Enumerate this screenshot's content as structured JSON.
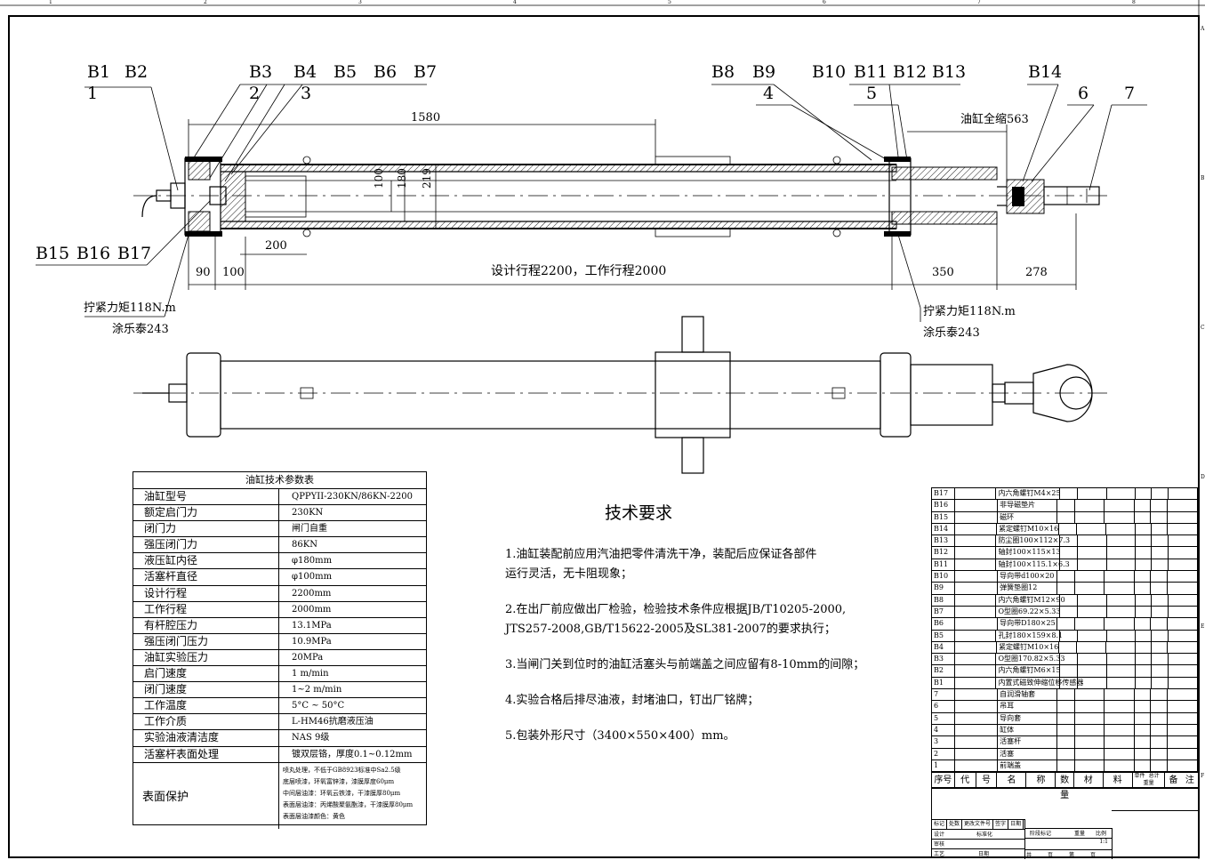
{
  "frame": {
    "zone_numbers": [
      "1",
      "2",
      "3",
      "4",
      "5",
      "6",
      "7",
      "8"
    ],
    "zone_letters": [
      "A",
      "B",
      "C",
      "D",
      "E",
      "F"
    ]
  },
  "balloons": {
    "top_left": [
      "B1",
      "B2",
      "B3",
      "B4",
      "B5",
      "B6",
      "B7"
    ],
    "top_right": [
      "B8",
      "B9",
      "B10",
      "B11",
      "B12",
      "B13",
      "B14"
    ],
    "bottom_left": [
      "B15",
      "B16",
      "B17"
    ],
    "parts": [
      "1",
      "2",
      "3",
      "4",
      "5",
      "6",
      "7"
    ]
  },
  "dimensions": {
    "len_1580": "1580",
    "retract": "油缸全缩563",
    "d100": "100",
    "d180": "180",
    "d219": "219",
    "len_200": "200",
    "len_90": "90",
    "len_100": "100",
    "stroke": "设计行程2200，工作行程2000",
    "len_350": "350",
    "len_278": "278"
  },
  "notes": {
    "torque_left": "拧紧力矩118N.m",
    "loctite_left": "涂乐泰243",
    "torque_right": "拧紧力矩118N.m",
    "loctite_right": "涂乐泰243"
  },
  "param_table": {
    "title": "油缸技术参数表",
    "rows": [
      [
        "油缸型号",
        "QPPYII-230KN/86KN-2200"
      ],
      [
        "额定启门力",
        "230KN"
      ],
      [
        "闭门力",
        "闸门自重"
      ],
      [
        "强压闭门力",
        "86KN"
      ],
      [
        "液压缸内径",
        "φ180mm"
      ],
      [
        "活塞杆直径",
        "φ100mm"
      ],
      [
        "设计行程",
        "2200mm"
      ],
      [
        "工作行程",
        "2000mm"
      ],
      [
        "有杆腔压力",
        "13.1MPa"
      ],
      [
        "强压闭门压力",
        "10.9MPa"
      ],
      [
        "油缸实验压力",
        "20MPa"
      ],
      [
        "启门速度",
        "1 m/min"
      ],
      [
        "闭门速度",
        "1~2 m/min"
      ],
      [
        "工作温度",
        "5°C ~ 50°C"
      ],
      [
        "工作介质",
        "L-HM46抗磨液压油"
      ],
      [
        "实验油液清洁度",
        "NAS 9级"
      ],
      [
        "活塞杆表面处理",
        "镀双层铬，厚度0.1~0.12mm"
      ]
    ],
    "surface_label": "表面保护",
    "surface_lines": [
      "喷丸处理，不低于GB8923标准中Sa2.5级",
      "底层喷漆，环氧富锌漆，漆膜厚度60μm",
      "中间层油漆：环氧云铁漆，干漆膜厚80μm",
      "表面层油漆：丙烯酸聚氨酯漆，干漆膜厚80μm",
      "表面层油漆颜色：黄色"
    ]
  },
  "tech_req": {
    "title": "技术要求",
    "items": [
      "1.油缸装配前应用汽油把零件清洗干净，装配后应保证各部件",
      "运行灵活，无卡阻现象；",
      "2.在出厂前应做出厂检验，检验技术条件应根据JB/T10205-2000,",
      "JTS257-2008,GB/T15622-2005及SL381-2007的要求执行；",
      "3.当闸门关到位时的油缸活塞头与前端盖之间应留有8-10mm的间隙；",
      "4.实验合格后排尽油液，封堵油口，钉出厂铭牌；",
      "5.包装外形尺寸（3400×550×400）mm。"
    ]
  },
  "bom": {
    "rows": [
      [
        "B17",
        "内六角螺钉M4×25"
      ],
      [
        "B16",
        "非导磁垫片"
      ],
      [
        "B15",
        "磁环"
      ],
      [
        "B14",
        "紧定螺钉M10×16"
      ],
      [
        "B13",
        "防尘圈100×112×7.3"
      ],
      [
        "B12",
        "轴封100×115×13"
      ],
      [
        "B11",
        "轴封100×115.1×6.3"
      ],
      [
        "B10",
        "导向带d100×20"
      ],
      [
        "B9",
        "弹簧垫圈12"
      ],
      [
        "B8",
        "内六角螺钉M12×90"
      ],
      [
        "B7",
        "O型圈69.22×5.33"
      ],
      [
        "B6",
        "导向带D180×25"
      ],
      [
        "B5",
        "孔封180×159×8.1"
      ],
      [
        "B4",
        "紧定螺钉M10×16"
      ],
      [
        "B3",
        "O型圈170.82×5.33"
      ],
      [
        "B2",
        "内六角螺钉M6×15"
      ],
      [
        "B1",
        "内置式磁致伸缩位移传感器"
      ],
      [
        "7",
        "自润滑轴套"
      ],
      [
        "6",
        "吊耳"
      ],
      [
        "5",
        "导向套"
      ],
      [
        "4",
        "缸体"
      ],
      [
        "3",
        "活塞杆"
      ],
      [
        "2",
        "活塞"
      ],
      [
        "1",
        "前端盖"
      ]
    ],
    "header": [
      "序号",
      "代",
      "号",
      "名",
      "称",
      "数量",
      "材",
      "料",
      "单件",
      "总计",
      "重量",
      "备",
      "注"
    ]
  },
  "title_block": {
    "r1": [
      "标记",
      "处数",
      "更改文件号",
      "签字",
      "日期"
    ],
    "r2": [
      "设计",
      "标准化",
      "阶段标记",
      "重量",
      "比例"
    ],
    "scale": "1:1",
    "r3": [
      "审核"
    ],
    "r4": [
      "工艺",
      "日期",
      "共",
      "页",
      "第",
      "页"
    ]
  }
}
